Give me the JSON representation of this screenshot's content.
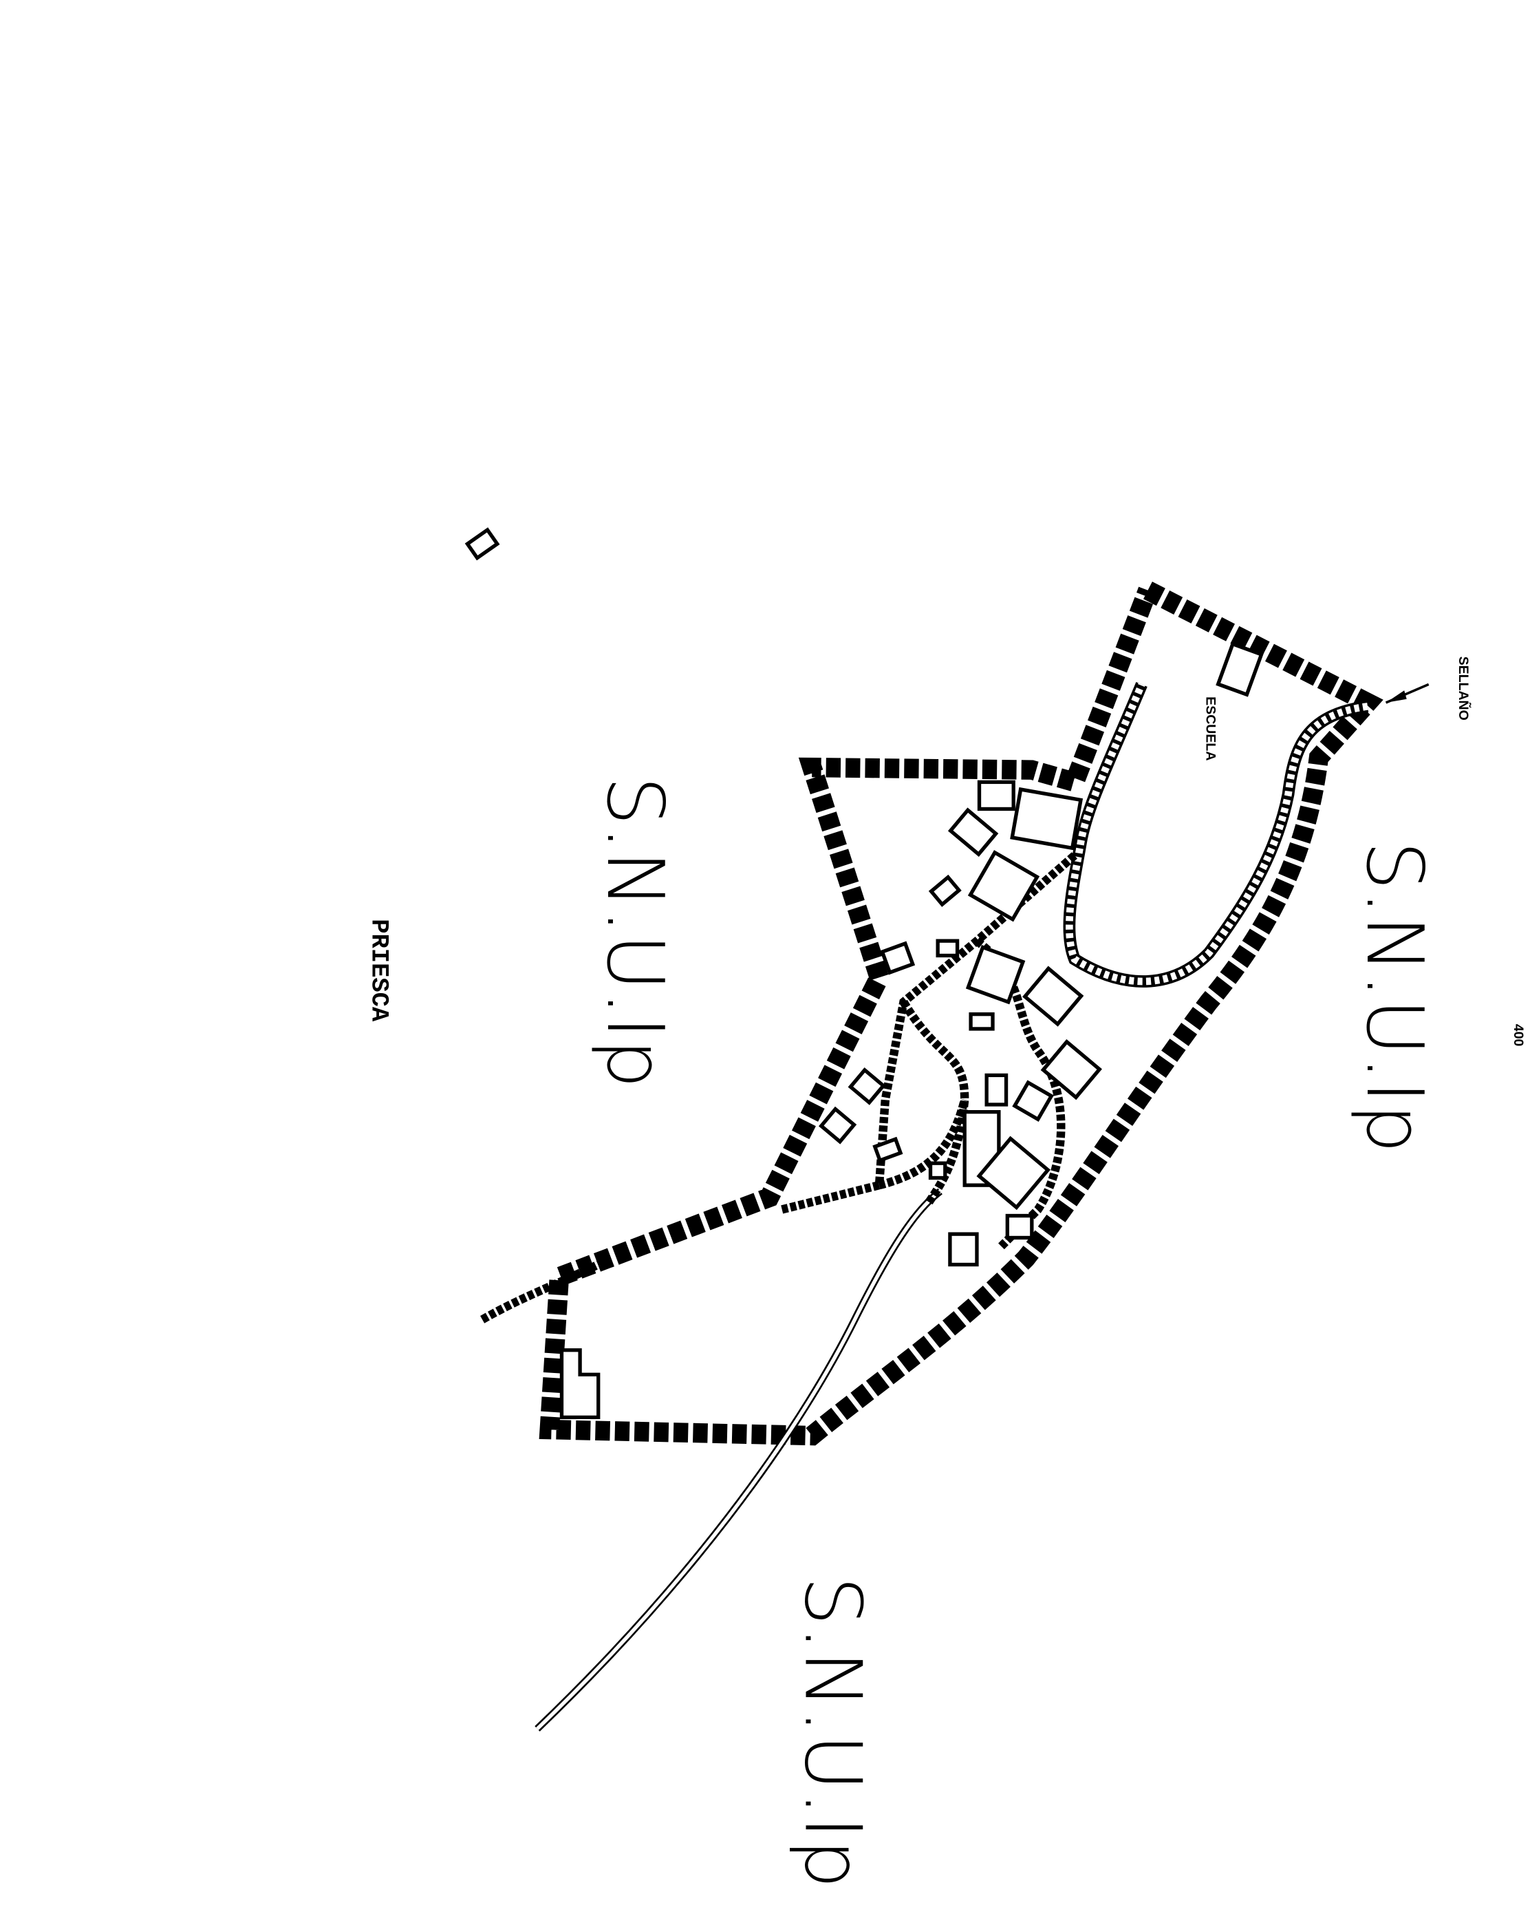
{
  "map": {
    "page_number": "400",
    "place_name": "PRIESCA",
    "direction_label": "SELLAÑO",
    "building_label": "ESCUELA",
    "zone_labels": [
      "S.N.U.Ip",
      "S.N.U.Ip",
      "S.N.U.Ip"
    ],
    "colors": {
      "ink": "#000000",
      "paper": "#ffffff"
    }
  }
}
